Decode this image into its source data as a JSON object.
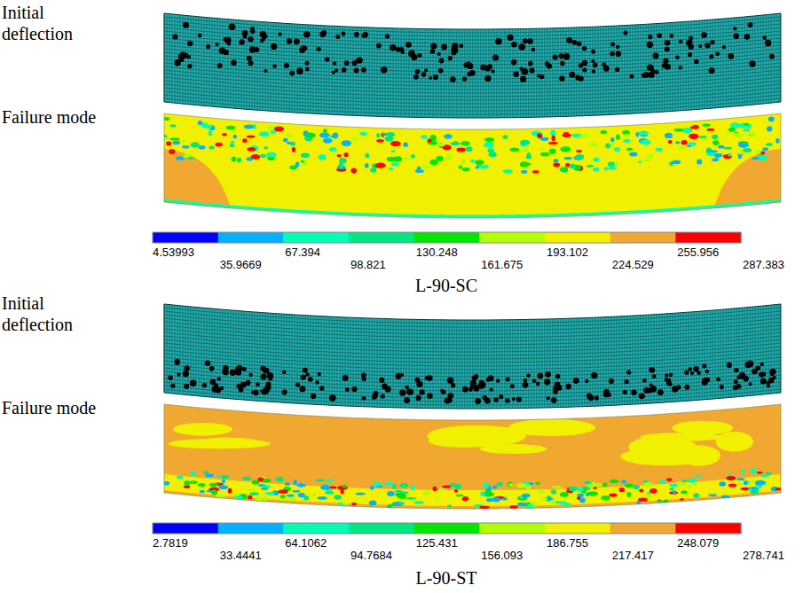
{
  "diagram": {
    "labels": [
      "Initial deflection",
      "Failure mode",
      "4.53993",
      "35.9669",
      "67.394",
      "98.821",
      "130.248",
      "161.675",
      "193.102",
      "224.529",
      "255.956",
      "287.383",
      "L-90-SC",
      "Initial deflection",
      "Failure mode",
      "2.7819",
      "33.4441",
      "64.1062",
      "94.7684",
      "125.431",
      "156.093",
      "186.755",
      "217.417",
      "248.079",
      "278.741",
      "L-90-ST"
    ]
  }
}
